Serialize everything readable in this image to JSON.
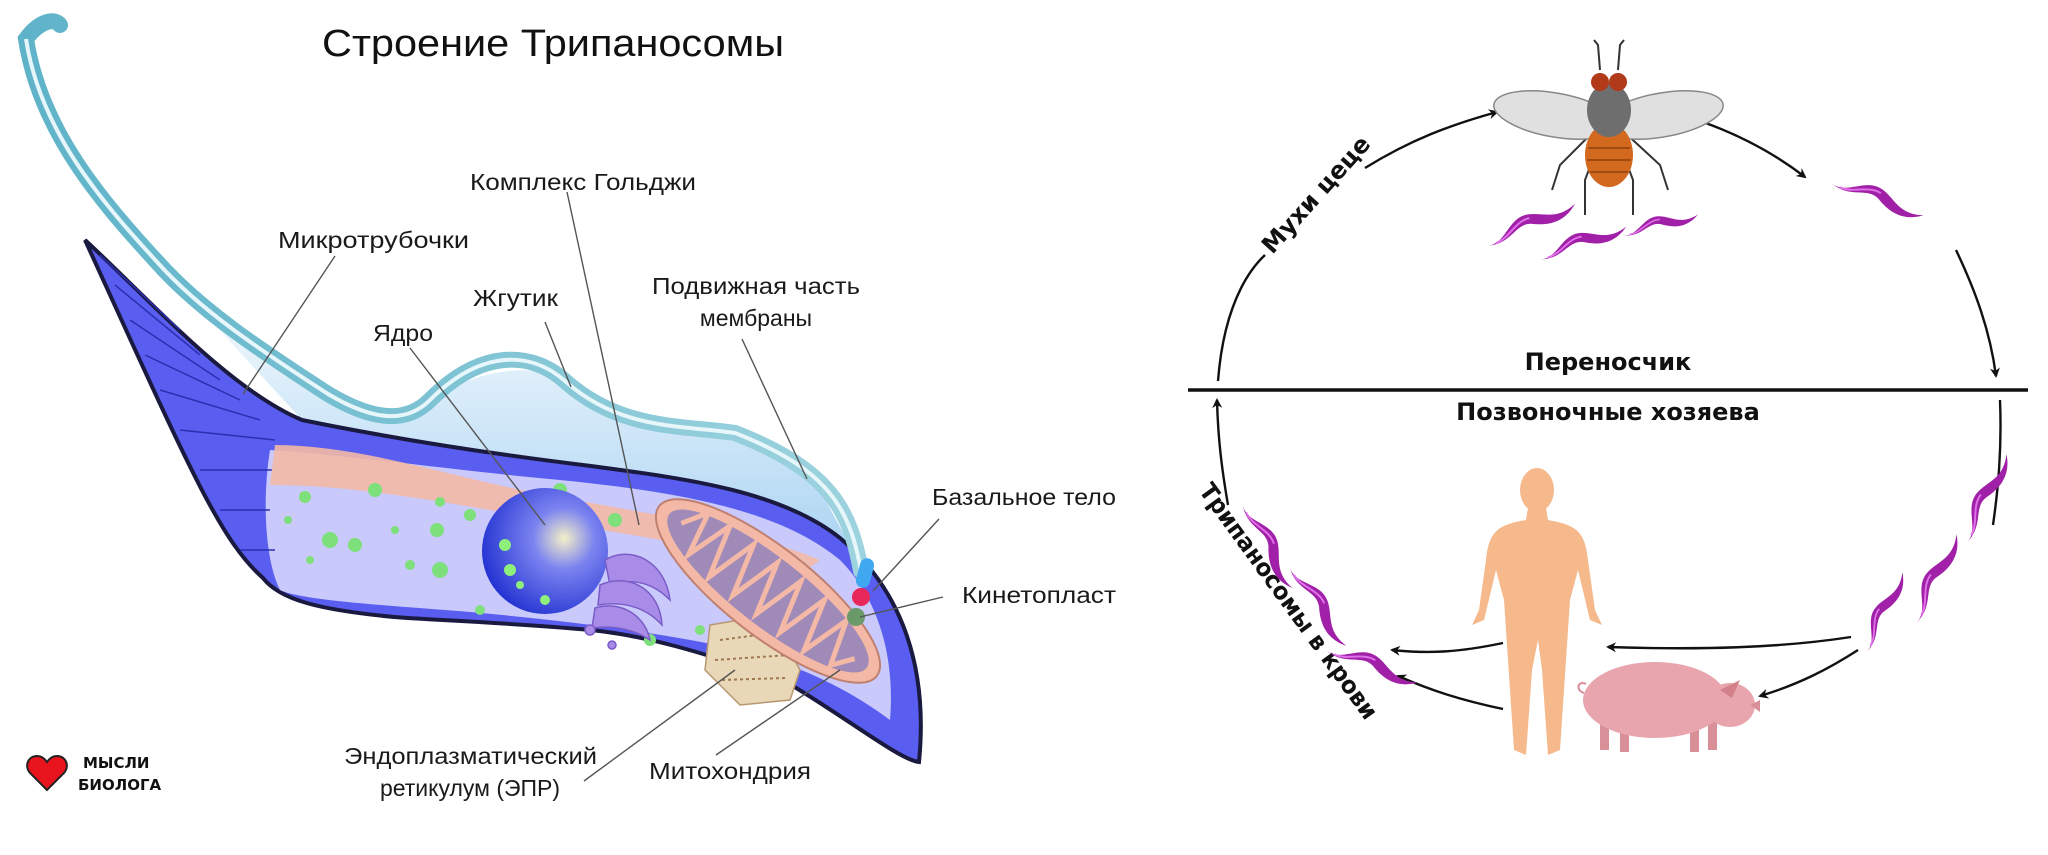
{
  "structure": {
    "title": "Строение Трипаносомы",
    "labels": {
      "golgi": "Комплекс Гольджи",
      "microtubules": "Микротрубочки",
      "flagellum": "Жгутик",
      "nucleus": "Ядро",
      "membrane_line1": "Подвижная часть",
      "membrane_line2": "мембраны",
      "basal_body": "Базальное тело",
      "kinetoplast": "Кинетопласт",
      "er_line1": "Эндоплазматический",
      "er_line2": "ретикулум (ЭПР)",
      "mitochondria": "Митохондрия"
    },
    "logo": {
      "line1": "МЫСЛИ",
      "line2": "БИОЛОГА",
      "icon": "heart-icon"
    }
  },
  "lifecycle": {
    "vector_label": "Переносчик",
    "hosts_label": "Позвоночные хозяева",
    "tsetse_label": "Мухи цеце",
    "blood_label": "Трипаносомы в крови",
    "colors": {
      "trypanosome": "#a020a8",
      "human": "#f5b98c",
      "pig": "#e8a5ad",
      "body": "#5a5ef0"
    }
  }
}
